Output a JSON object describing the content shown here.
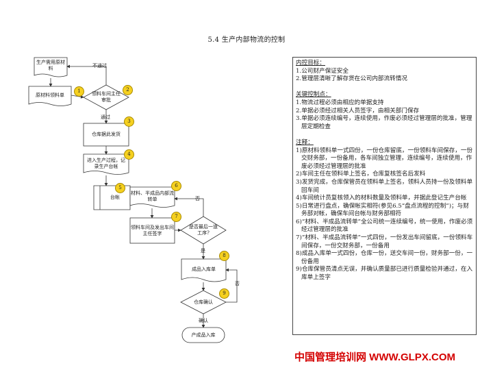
{
  "title": "5.4 生产内部物流的控制",
  "flow": {
    "node_material_need": "生产需用原材料",
    "node_requisition": "原材料领料单",
    "node_workshop_approve": "领料车间主任审批",
    "node_warehouse_issue": "仓库据此发货",
    "node_enter_process": "进入生产过程，记录生产台帐",
    "node_ledger": "台帐",
    "node_transfer_doc": "材料、半成品内部流转单",
    "node_requisition_sign": "领料车间及发出车间主任签字",
    "node_last_step": "是否最后一道工序?",
    "node_finished_doc": "成品入库单",
    "node_warehouse_confirm": "仓库确认",
    "node_stored": "产成品入库",
    "label_rejected": "不通过",
    "label_passed": "通过",
    "label_no": "否",
    "label_yes": "是",
    "label_no2": "否",
    "label_confirmed": "确认",
    "badges": [
      "1",
      "2",
      "3",
      "4",
      "5",
      "6",
      "7",
      "8",
      "9"
    ]
  },
  "panel": {
    "objectives_title": "内控目标：",
    "objectives": [
      "1.公司财产保证安全",
      "2.管理层清晰了解存货在公司内部流转情况"
    ],
    "key_points_title": "关键控制点：",
    "key_points": [
      "1.物流过程必须由相应的单据支持",
      "2.单据必须经过相关人员签字，由相关部门保存",
      "3.单据必须连续编号，连续使用，作废必须经过管理层的批准，管理层定期检查"
    ],
    "notes_title": "注释：",
    "notes": [
      "1)原材料领料单一式四份，一份仓库留底，一份领料车间保存，一份交财务部，一份备用，各车间独立管理，连续编号，连续使用，作废必须经过管理层的批准",
      "2)车间主任在领料单上签名，仓库复核签名后发料",
      "3)发货完成，仓库保管员在领料单上签名，领料人员持一份及领料单回车间",
      "4)车间统计员复核领入的材料数量及领料单，并据此登记生产台帐",
      "5)日常进行盘点，确保帐实相符(参见6.5“盘点流程的控制”)；与财务部对帐，确保车间台帐与财务部相符",
      "6)“材料、半成品流转单”全公司统一连续编号，统一使用，作废必须经过管理层的批准",
      "7)“材料、半成品流转单”一式四份，一份发出车间留底，一份领料车间保存，一份交财务部，一份备用",
      "8)成品入库单一式四份，仓库一份，送交车间一份，财务部一份，一份备用",
      "9)仓库保管员清点无误，并确认质量部已进行质量检验并通过，在入库单上签字"
    ]
  },
  "footer": "中国管理培训网 WWW.GLPX.COM",
  "colors": {
    "badge": "#f5d020",
    "footer": "#d40000",
    "line": "#333333"
  }
}
